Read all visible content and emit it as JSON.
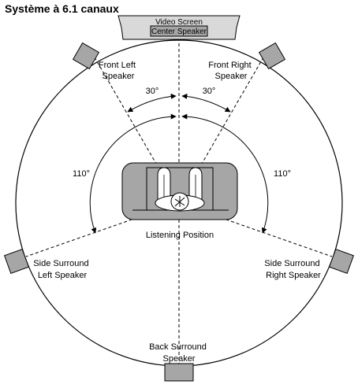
{
  "title": "Système à 6.1 canaux",
  "labels": {
    "video_screen": "Video Screen",
    "center_speaker": "Center Speaker",
    "front_left": [
      "Front Left",
      "Speaker"
    ],
    "front_right": [
      "Front Right",
      "Speaker"
    ],
    "side_left": [
      "Side Surround",
      "Left Speaker"
    ],
    "side_right": [
      "Side Surround",
      "Right Speaker"
    ],
    "back": [
      "Back Surround",
      "Speaker"
    ],
    "listening_position": "Listening Position"
  },
  "angles": {
    "front_left": "30°",
    "front_right": "30°",
    "side_left": "110°",
    "side_right": "110°"
  },
  "colors": {
    "speaker_fill": "#a6a6a6",
    "screen_fill": "#d9d9d9",
    "sofa_fill": "#a6a6a6",
    "line": "#000000"
  }
}
